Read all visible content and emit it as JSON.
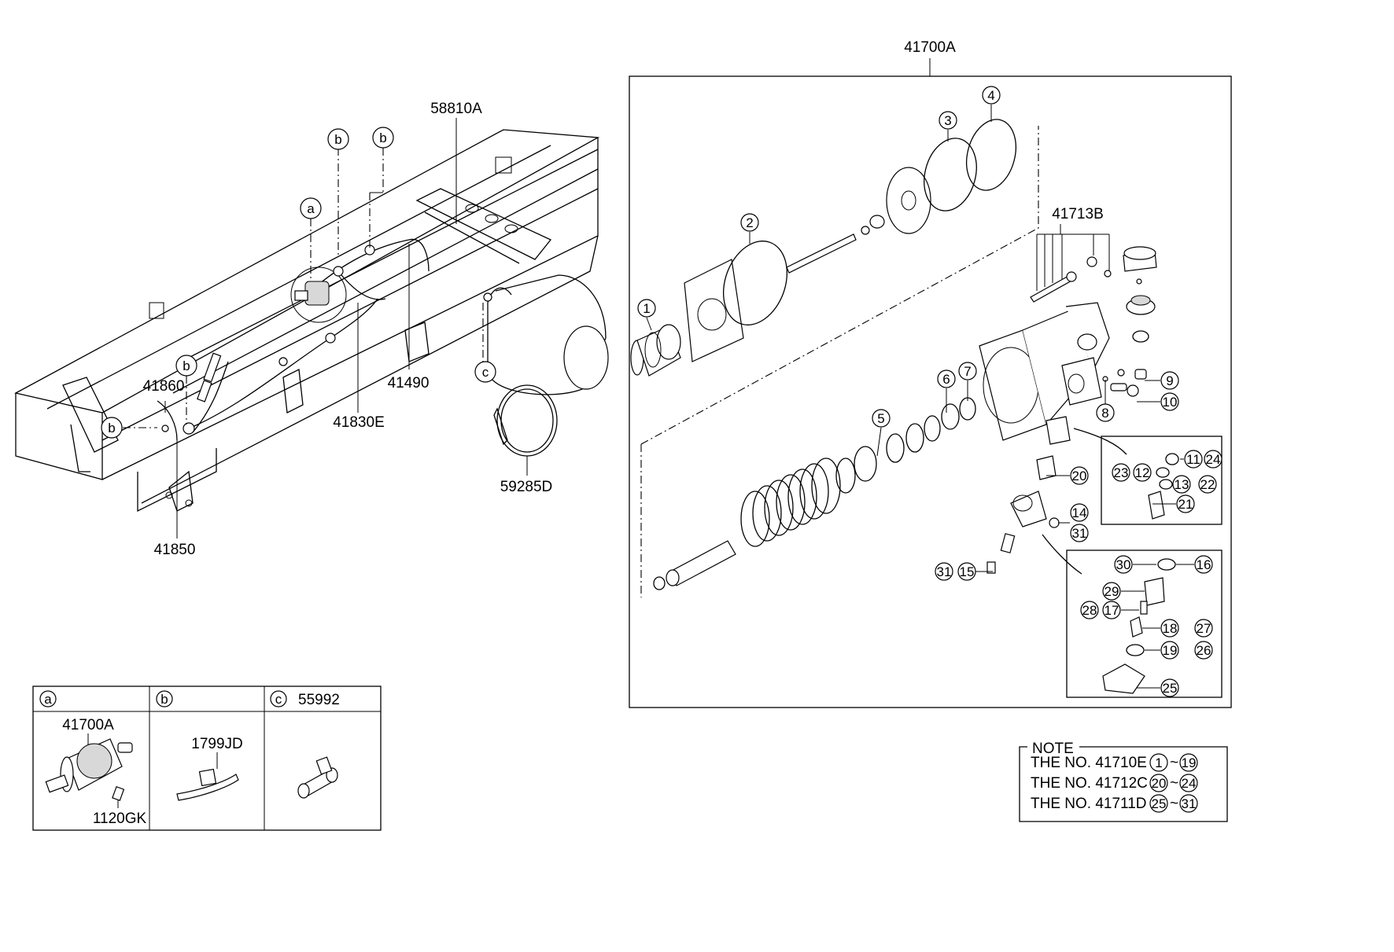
{
  "part_labels": {
    "assembly_top": "41700A",
    "bracket": "58810A",
    "kit_41713b": "41713B",
    "pipe_41490": "41490",
    "hose_41830e": "41830E",
    "hose_41860": "41860",
    "hose_41850": "41850",
    "band_59285d": "59285D"
  },
  "diagram_letters": [
    "a",
    "b",
    "c"
  ],
  "callout_numbers": [
    "1",
    "2",
    "3",
    "4",
    "5",
    "6",
    "7",
    "8",
    "9",
    "10",
    "11",
    "12",
    "13",
    "14",
    "15",
    "16",
    "17",
    "18",
    "19",
    "20",
    "21",
    "22",
    "23",
    "24",
    "25",
    "26",
    "27",
    "28",
    "29",
    "30",
    "31"
  ],
  "legend": {
    "cell_a": {
      "letter": "a",
      "code": "",
      "part": "41700A",
      "part2": "1120GK"
    },
    "cell_b": {
      "letter": "b",
      "code": "",
      "part": "1799JD"
    },
    "cell_c": {
      "letter": "c",
      "code": "55992"
    }
  },
  "note": {
    "title": "NOTE",
    "rows": [
      {
        "text": "THE NO. 41710E :",
        "from": "1",
        "tilde": "~",
        "to": "19"
      },
      {
        "text": "THE NO. 41712C :",
        "from": "20",
        "tilde": "~",
        "to": "24"
      },
      {
        "text": "THE NO. 41711D :",
        "from": "25",
        "tilde": "~",
        "to": "31"
      }
    ]
  }
}
